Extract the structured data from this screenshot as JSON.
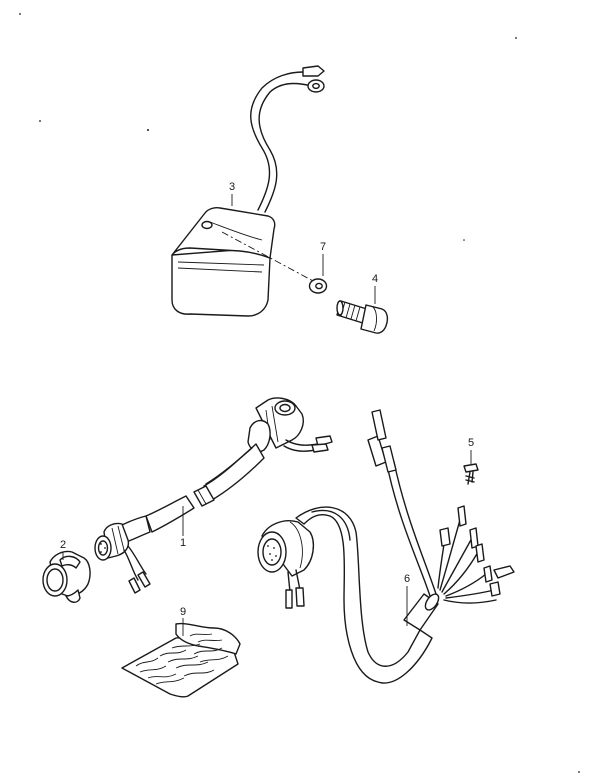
{
  "diagram": {
    "callouts": [
      "1",
      "2",
      "3",
      "4",
      "5",
      "6",
      "7",
      "9"
    ]
  }
}
